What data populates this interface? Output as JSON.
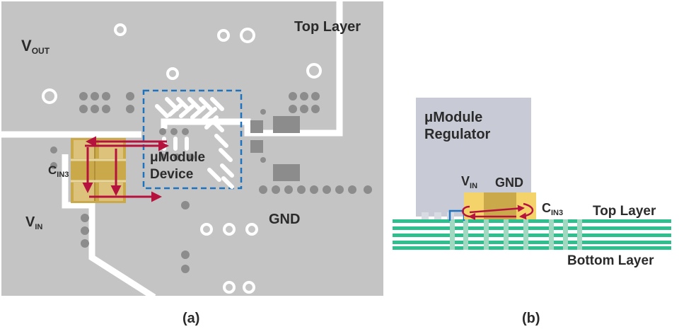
{
  "panel_a": {
    "top_layer": "Top Layer",
    "vout": "V",
    "vout_sub": "OUT",
    "vin": "V",
    "vin_sub": "IN",
    "cap": "C",
    "cap_sub": "IN3",
    "device_line1": "μModule",
    "device_line2": "Device",
    "gnd": "GND",
    "caption": "(a)"
  },
  "panel_b": {
    "regulator_line1": "μModule",
    "regulator_line2": "Regulator",
    "vin": "V",
    "vin_sub": "IN",
    "gnd": "GND",
    "cap": "C",
    "cap_sub": "IN3",
    "top_layer": "Top Layer",
    "bottom_layer": "Bottom Layer",
    "caption": "(b)"
  },
  "colors": {
    "board_gray": "#c4c4c4",
    "trace_white": "#ffffff",
    "via_gray": "#8c8c8c",
    "cap_gold": "#c9a94a",
    "cap_bright": "#f2c94c",
    "arrow_red": "#b5123e",
    "outline_blue": "#1e73be",
    "pcb_green": "#2fbf8f",
    "module_gray": "#c8cbd6"
  }
}
